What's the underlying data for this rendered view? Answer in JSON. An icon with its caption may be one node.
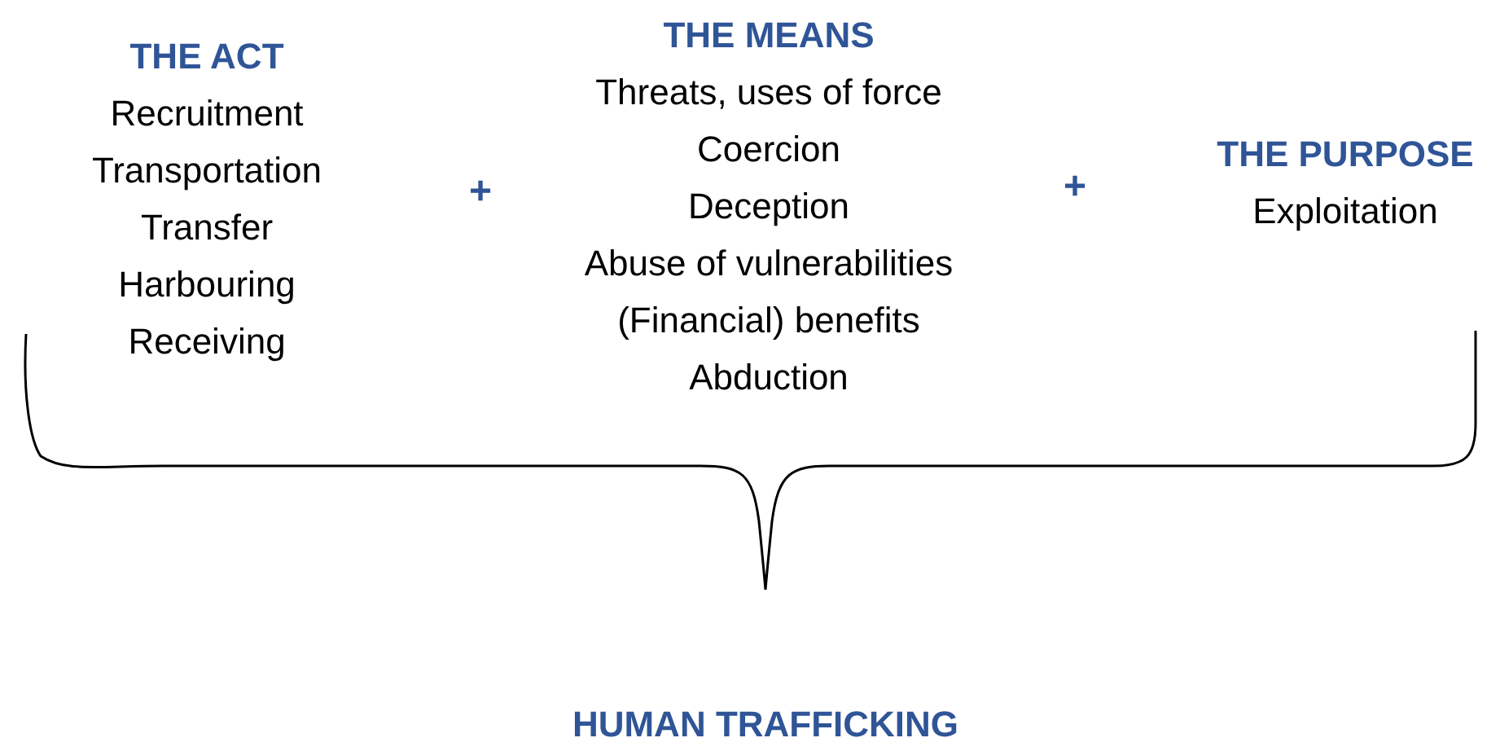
{
  "diagram": {
    "title": "HUMAN TRAFFICKING",
    "labels": [
      "THE ACT",
      "Recruitment",
      "Transportation",
      "Transfer",
      "Harbouring",
      "Receiving",
      "+",
      "THE MEANS",
      "Threats, uses of force",
      "Coercion",
      "Deception",
      "Abuse of vulnerabilities",
      "(Financial) benefits",
      "Abduction",
      "+",
      "THE PURPOSE",
      "Exploitation"
    ]
  }
}
